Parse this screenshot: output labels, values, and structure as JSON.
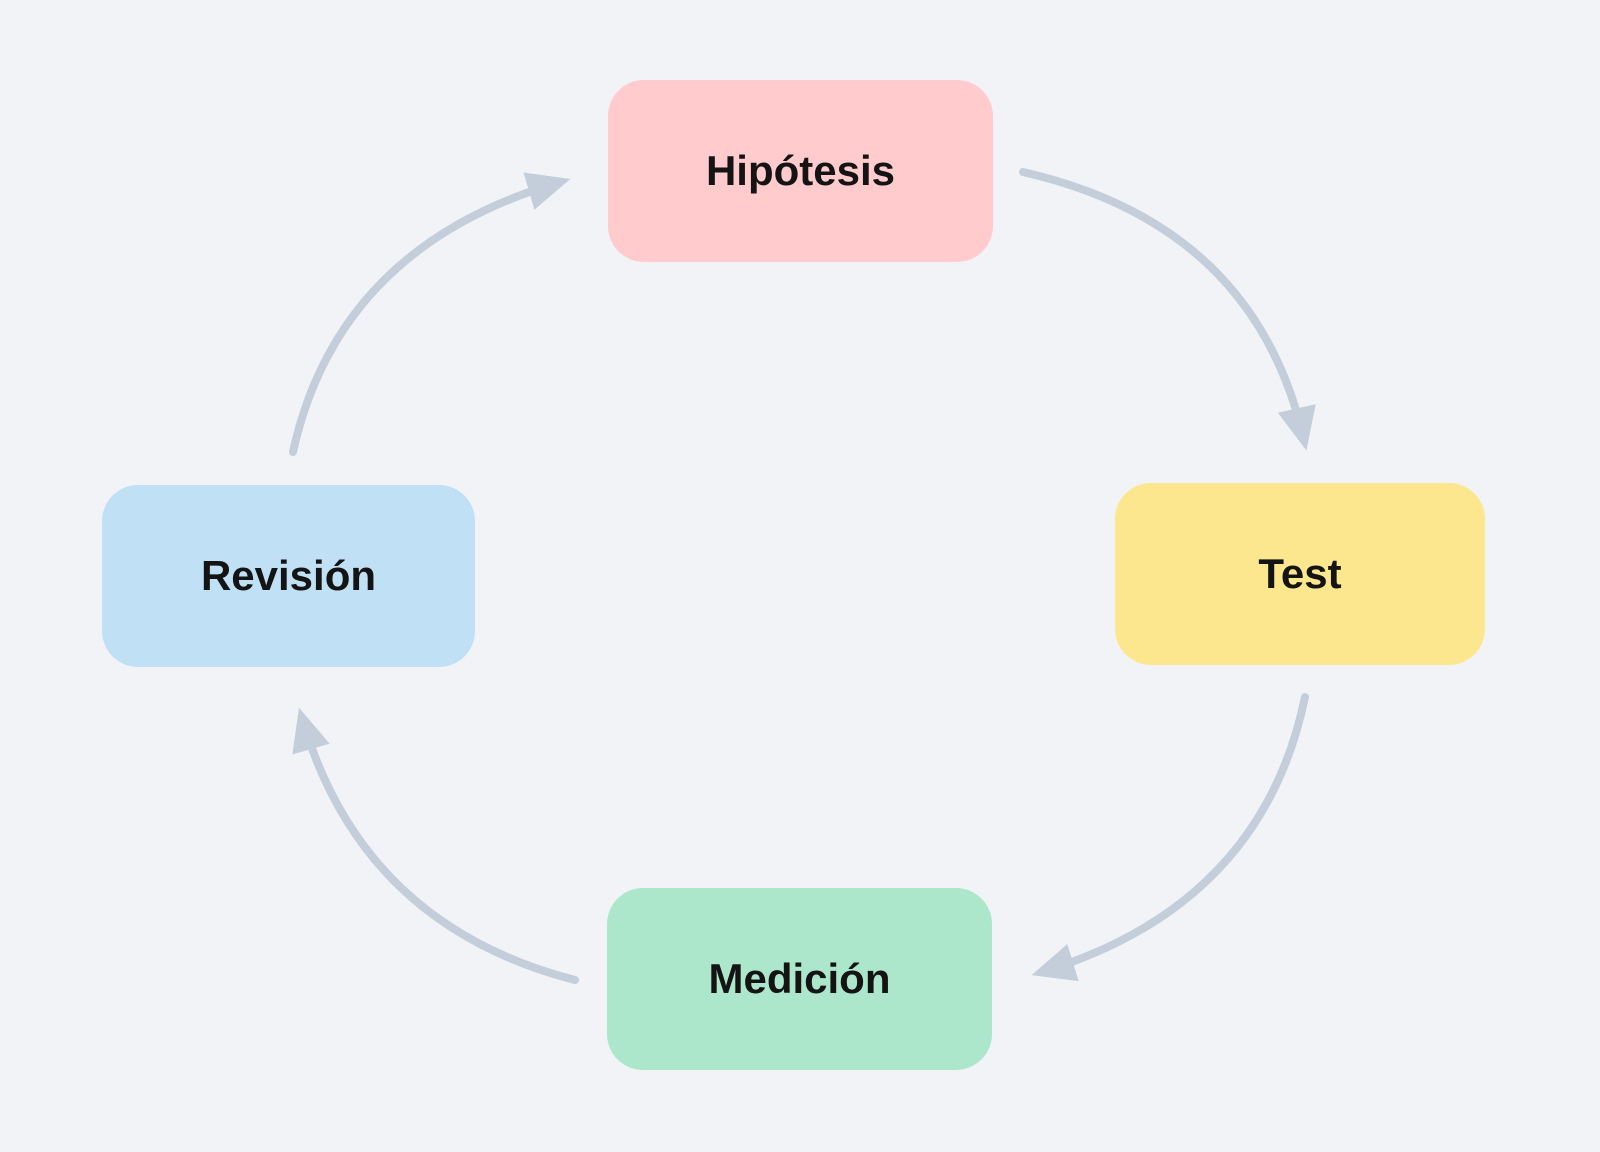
{
  "diagram": {
    "type": "cycle",
    "background_color": "#F1F3F6",
    "arrow_color": "#C3CEDA",
    "text_color": "#141414",
    "nodes": [
      {
        "id": "hipotesis",
        "label": "Hipótesis",
        "color": "#FFCBCD",
        "position": "top"
      },
      {
        "id": "test",
        "label": "Test",
        "color": "#FCE78E",
        "position": "right"
      },
      {
        "id": "medicion",
        "label": "Medición",
        "color": "#ACE7CC",
        "position": "bottom"
      },
      {
        "id": "revision",
        "label": "Revisión",
        "color": "#C0E0F5",
        "position": "left"
      }
    ],
    "edges": [
      {
        "from": "Hipótesis",
        "to": "Test",
        "direction": "clockwise"
      },
      {
        "from": "Test",
        "to": "Medición",
        "direction": "clockwise"
      },
      {
        "from": "Medición",
        "to": "Revisión",
        "direction": "clockwise"
      },
      {
        "from": "Revisión",
        "to": "Hipótesis",
        "direction": "clockwise"
      }
    ]
  }
}
